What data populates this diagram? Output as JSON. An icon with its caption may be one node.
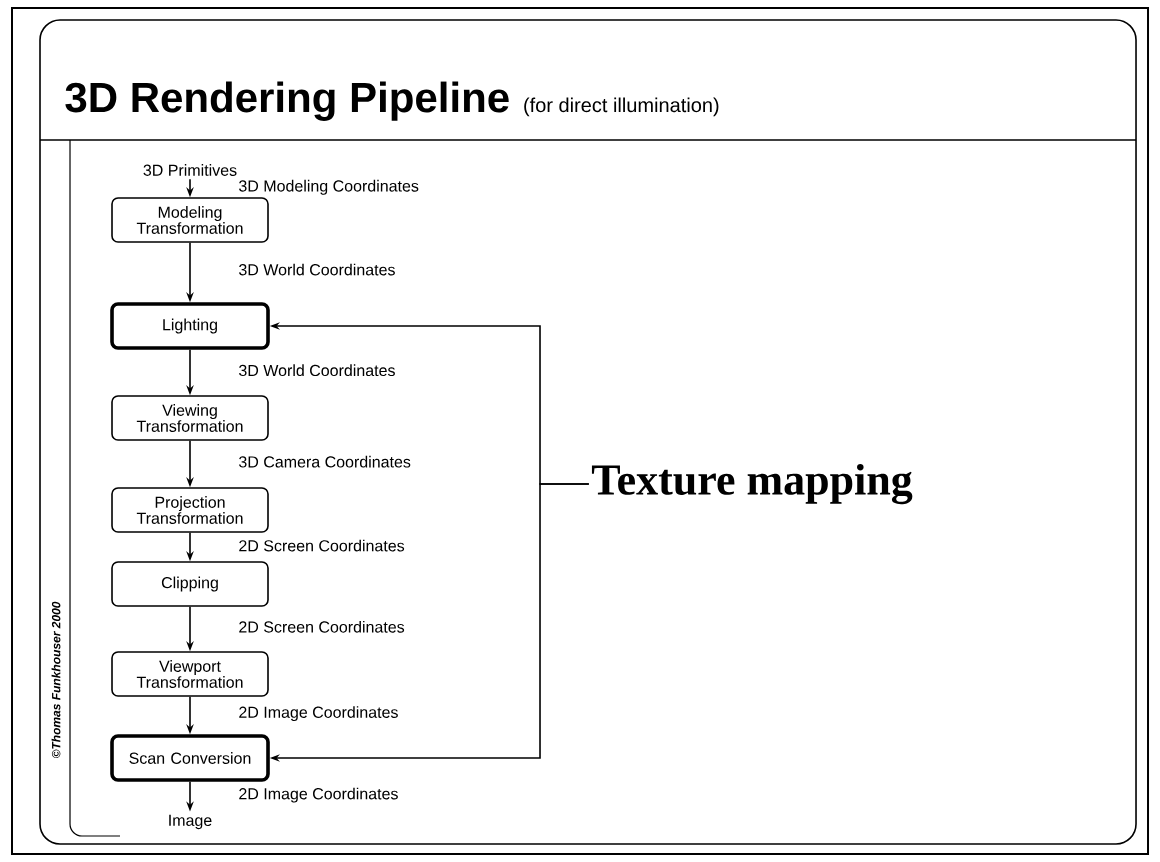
{
  "diagram": {
    "title": "3D Rendering Pipeline",
    "nodes": [
      {
        "text": [
          "3D Primitives"
        ]
      },
      {
        "text": [
          "Modeling Transformation"
        ]
      },
      {
        "text": [
          "Lighting"
        ]
      },
      {
        "text": [
          "Viewing Transformation"
        ]
      },
      {
        "text": [
          "Projection Transformation"
        ]
      },
      {
        "text": [
          "Clipping"
        ]
      },
      {
        "text": [
          "Viewport Transformation"
        ]
      },
      {
        "text": [
          "Scan Conversion"
        ]
      },
      {
        "text": [
          "Image"
        ]
      },
      {
        "text": [
          "Texture mapping"
        ]
      }
    ],
    "edges": [
      {
        "from": 0,
        "to": 1,
        "arrow": "to",
        "label": "3D Modeling Coordinates"
      },
      {
        "from": 1,
        "to": 2,
        "arrow": "to",
        "label": "3D World Coordinates"
      },
      {
        "from": 2,
        "to": 3,
        "arrow": "to",
        "label": "3D World Coordinates"
      },
      {
        "from": 3,
        "to": 4,
        "arrow": "to",
        "label": "3D Camera Coordinates"
      },
      {
        "from": 4,
        "to": 5,
        "arrow": "to",
        "label": "2D Screen Coordinates"
      },
      {
        "from": 5,
        "to": 6,
        "arrow": "to",
        "label": "2D Screen Coordinates"
      },
      {
        "from": 6,
        "to": 7,
        "arrow": "to",
        "label": "2D Image Coordinates"
      },
      {
        "from": 7,
        "to": 8,
        "arrow": "to",
        "label": "2D Image Coordinates"
      },
      {
        "from": 9,
        "to": 2,
        "arrow": "to"
      },
      {
        "from": 9,
        "to": 7,
        "arrow": "to"
      }
    ],
    "labels": [
      "(for direct illumination)",
      "©Thomas Funkhouser 2000"
    ]
  }
}
